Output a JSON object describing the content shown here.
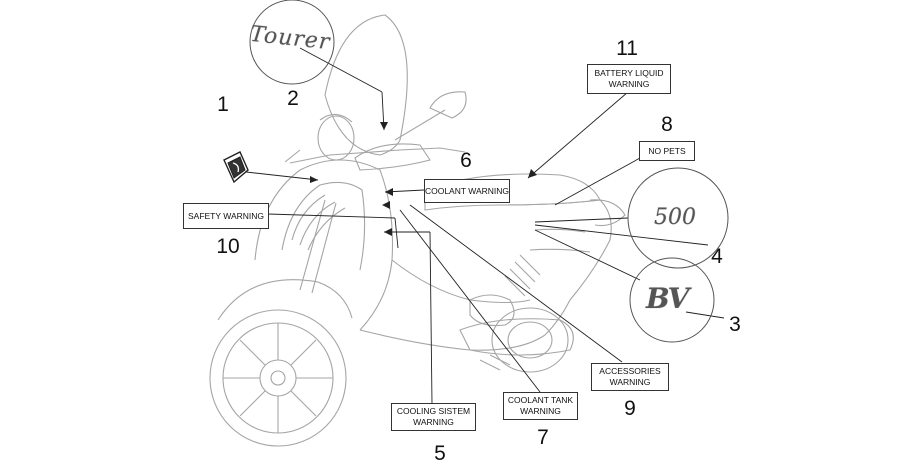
{
  "callouts": {
    "n1": "1",
    "n2": "2",
    "n3": "3",
    "n4": "4",
    "n5": "5",
    "n6": "6",
    "n7": "7",
    "n8": "8",
    "n9": "9",
    "n10": "10",
    "n11": "11"
  },
  "labels": {
    "battery": [
      "BATTERY LIQUID",
      "WARNING"
    ],
    "no_pets": "NO PETS",
    "coolant": "COOLANT WARNING",
    "safety": "SAFETY WARNING",
    "accessories": [
      "ACCESSORIES",
      "WARNING"
    ],
    "coolant_tank": [
      "COOLANT TANK",
      "WARNING"
    ],
    "cooling_system": [
      "COOLING SISTEM",
      "WARNING"
    ]
  },
  "badges": {
    "tourer": "Tourer",
    "five_hundred": "500",
    "bv": "BV"
  },
  "colors": {
    "line_art": "#9a9a9a",
    "leader": "#222222"
  }
}
